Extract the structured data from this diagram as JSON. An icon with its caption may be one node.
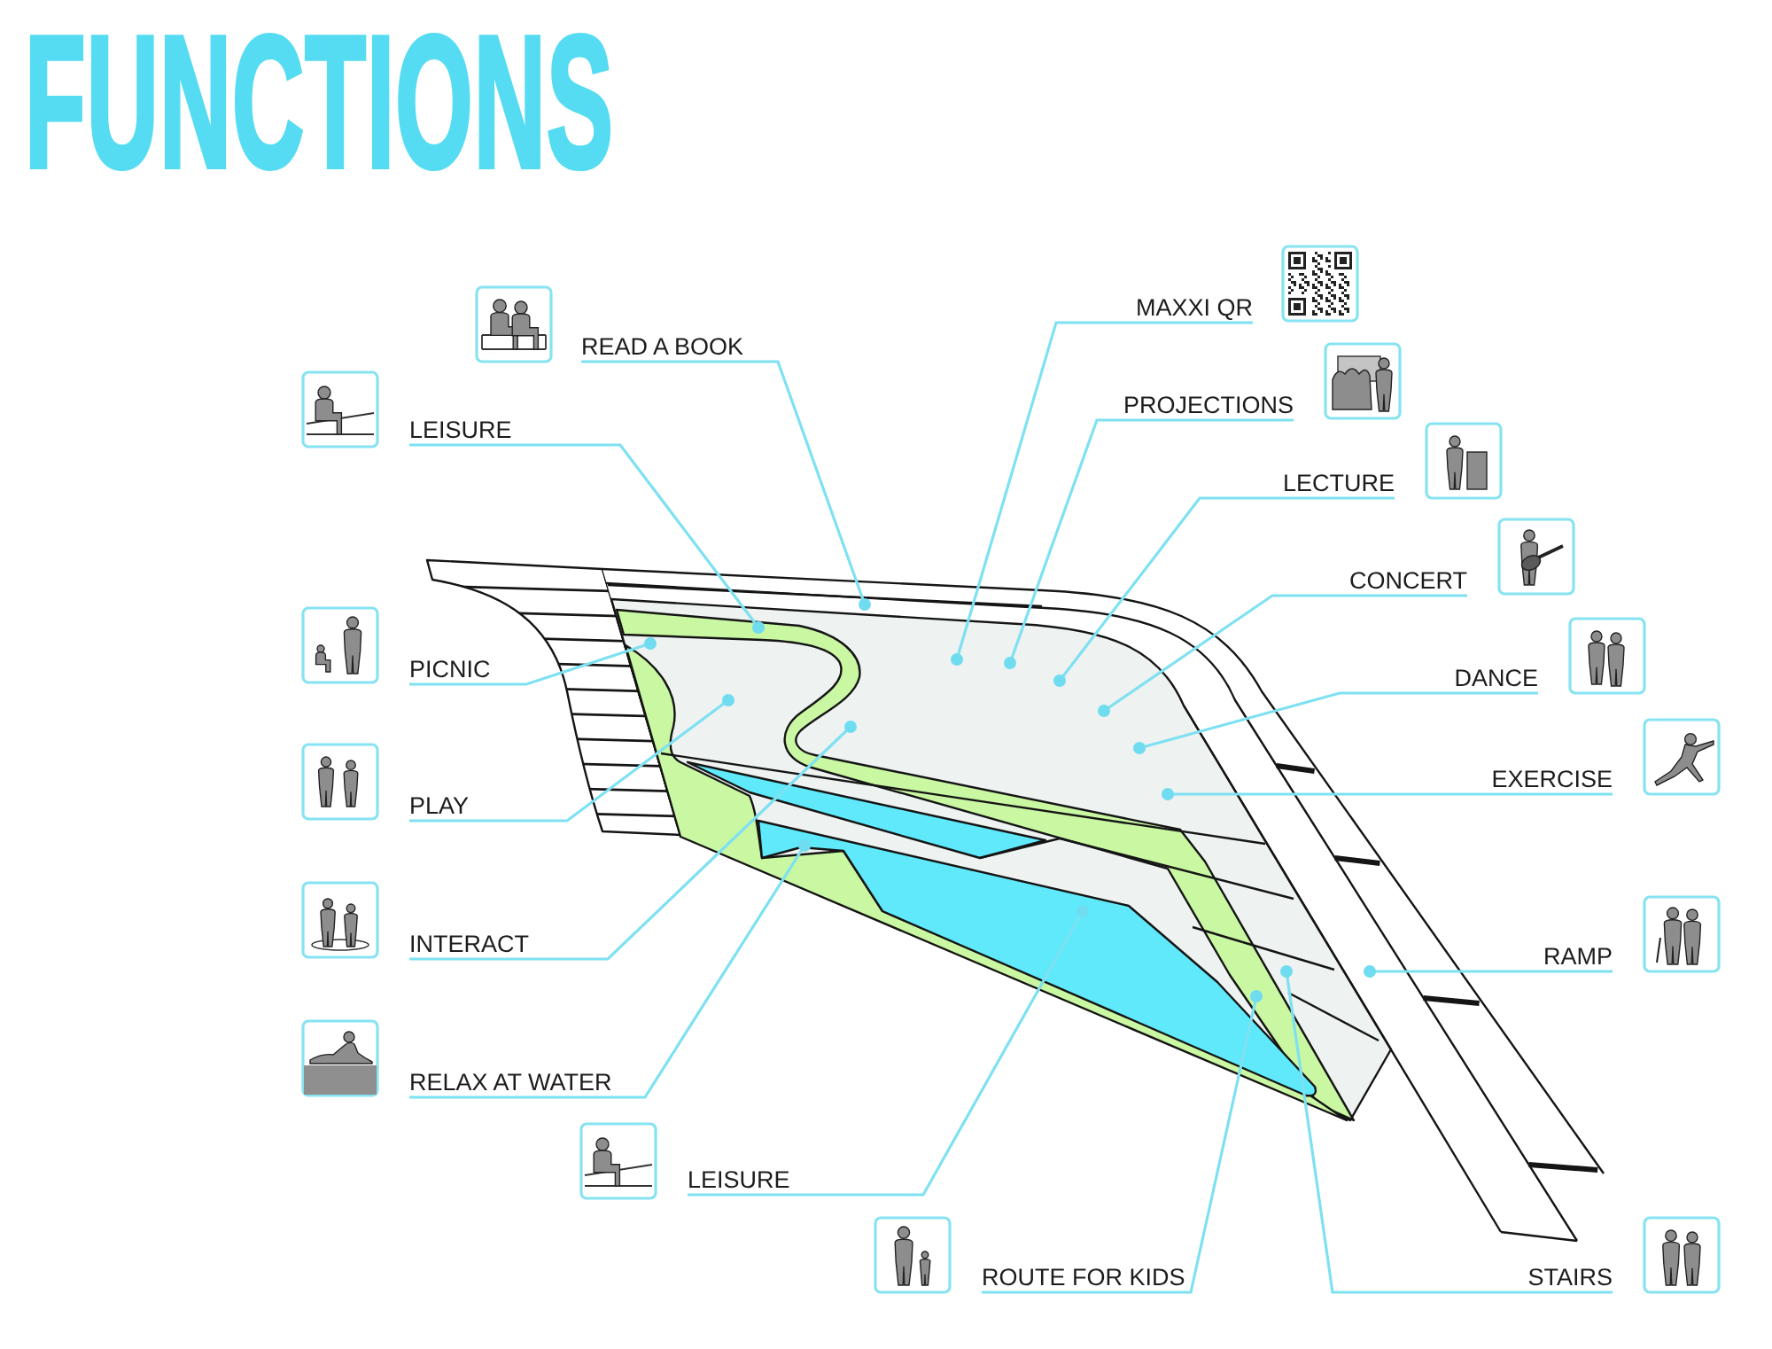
{
  "diagram": {
    "title": "FUNCTIONS",
    "nodes": [
      {
        "text": [
          "MAXXI QR"
        ]
      },
      {
        "text": [
          "READ A BOOK"
        ]
      },
      {
        "text": [
          "PROJECTIONS"
        ]
      },
      {
        "text": [
          "LEISURE"
        ]
      },
      {
        "text": [
          "LECTURE"
        ]
      },
      {
        "text": [
          "CONCERT"
        ]
      },
      {
        "text": [
          "PICNIC"
        ]
      },
      {
        "text": [
          "DANCE"
        ]
      },
      {
        "text": [
          "EXERCISE"
        ]
      },
      {
        "text": [
          "PLAY"
        ]
      },
      {
        "text": [
          "INTERACT"
        ]
      },
      {
        "text": [
          "RAMP"
        ]
      },
      {
        "text": [
          "RELAX AT WATER"
        ]
      },
      {
        "text": [
          "LEISURE"
        ]
      },
      {
        "text": [
          "ROUTE FOR KIDS"
        ]
      },
      {
        "text": [
          "STAIRS"
        ]
      }
    ],
    "edges": [
      {
        "from": 0,
        "to": null,
        "arrow": "other"
      },
      {
        "from": 1,
        "to": null,
        "arrow": "other"
      },
      {
        "from": 2,
        "to": null,
        "arrow": "other"
      },
      {
        "from": 3,
        "to": null,
        "arrow": "other"
      },
      {
        "from": 4,
        "to": null,
        "arrow": "other"
      },
      {
        "from": 5,
        "to": null,
        "arrow": "other"
      },
      {
        "from": 6,
        "to": null,
        "arrow": "other"
      },
      {
        "from": 7,
        "to": null,
        "arrow": "other"
      },
      {
        "from": 8,
        "to": null,
        "arrow": "other"
      },
      {
        "from": 9,
        "to": null,
        "arrow": "other"
      },
      {
        "from": 10,
        "to": null,
        "arrow": "other"
      },
      {
        "from": 11,
        "to": null,
        "arrow": "other"
      },
      {
        "from": 12,
        "to": null,
        "arrow": "other"
      },
      {
        "from": 13,
        "to": null,
        "arrow": "other"
      },
      {
        "from": 14,
        "to": null,
        "arrow": "other"
      },
      {
        "from": 15,
        "to": null,
        "arrow": "other"
      }
    ]
  }
}
